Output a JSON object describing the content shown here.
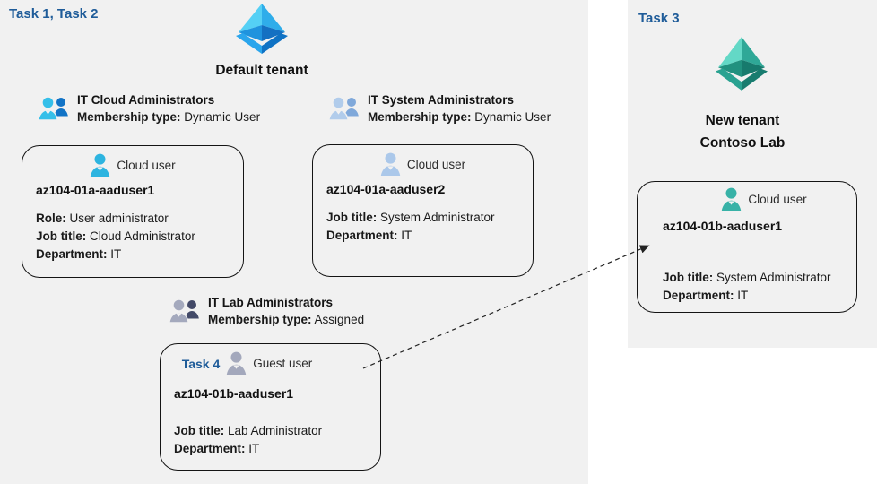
{
  "labels": {
    "task_left": "Task 1, Task 2",
    "task_right": "Task 3",
    "task_card": "Task 4"
  },
  "tenants": {
    "default": {
      "name": "Default tenant"
    },
    "new": {
      "name_line1": "New tenant",
      "name_line2": "Contoso Lab"
    }
  },
  "groups": [
    {
      "name": "IT Cloud Administrators",
      "membership_label": "Membership type:",
      "membership_value": "Dynamic User"
    },
    {
      "name": "IT System Administrators",
      "membership_label": "Membership type:",
      "membership_value": "Dynamic User"
    },
    {
      "name": "IT Lab Administrators",
      "membership_label": "Membership type:",
      "membership_value": "Assigned"
    }
  ],
  "cards": [
    {
      "user_type": "Cloud user",
      "username": "az104-01a-aaduser1",
      "fields": [
        {
          "label": "Role:",
          "value": "User administrator"
        },
        {
          "label": "Job title:",
          "value": "Cloud Administrator"
        },
        {
          "label": "Department:",
          "value": "IT"
        }
      ]
    },
    {
      "user_type": "Cloud user",
      "username": "az104-01a-aaduser2",
      "fields": [
        {
          "label": "Job title:",
          "value": "System Administrator"
        },
        {
          "label": "Department:",
          "value": "IT"
        }
      ]
    },
    {
      "task_label": "Task 4",
      "user_type": "Guest user",
      "username": "az104-01b-aaduser1",
      "fields": [
        {
          "label": "Job title:",
          "value": "Lab Administrator"
        },
        {
          "label": "Department:",
          "value": "IT"
        }
      ]
    },
    {
      "user_type": "Cloud user",
      "username": "az104-01b-aaduser1",
      "fields": [
        {
          "label": "Job title:",
          "value": "System Administrator"
        },
        {
          "label": "Department:",
          "value": "IT"
        }
      ]
    }
  ],
  "icons": {
    "default_tenant": "azure-tenant-pyramid-blue",
    "new_tenant": "azure-tenant-pyramid-teal",
    "group": "two-person-group-icon",
    "user": "single-person-icon",
    "arrow": "dashed-arrow"
  },
  "colors": {
    "panel_bg": "#f1f1f1",
    "task_label_blue": "#1f5c99",
    "card_border": "#141414",
    "arrow": "#222222",
    "tenant_blue": {
      "ul": "#55d0f5",
      "ur": "#2fadea",
      "ll": "#1f93de",
      "lr": "#1470c2",
      "base_l": "#2aa5ec",
      "base_r": "#0f72c4"
    },
    "tenant_teal": {
      "ul": "#63d8c6",
      "ur": "#2fa897",
      "ll": "#21917f",
      "lr": "#177a6d",
      "base_l": "#2aa291",
      "base_r": "#187c6f"
    },
    "group_cloud": {
      "front": "#35bfe9",
      "back": "#1173c6"
    },
    "group_system": {
      "front": "#b1cceb",
      "back": "#7fa8da"
    },
    "group_lab": {
      "front": "#a4a9bd",
      "back": "#434a68"
    },
    "user_cloud_cyan": "#2db4e0",
    "user_cloud_lightblue": "#abc8ea",
    "user_guest_gray": "#a3a8bc",
    "user_cloud_teal": "#38b2a7"
  }
}
